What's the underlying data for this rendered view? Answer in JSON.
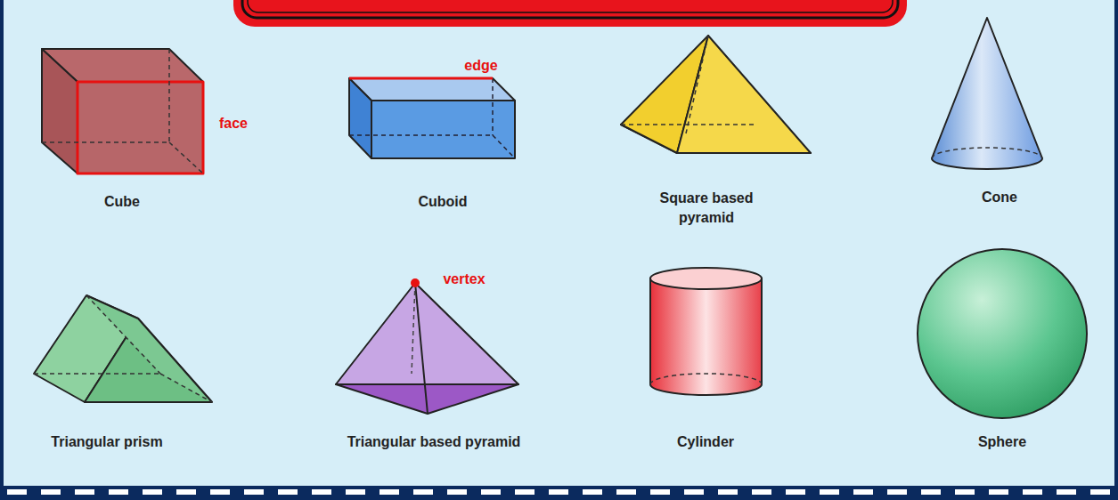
{
  "diagram": {
    "labels": [
      "edge",
      "face",
      "Cube",
      "Cuboid",
      "Square based pyramid",
      "Cone",
      "vertex",
      "Triangular prism",
      "Triangular based pyramid",
      "Cylinder",
      "Sphere"
    ]
  }
}
